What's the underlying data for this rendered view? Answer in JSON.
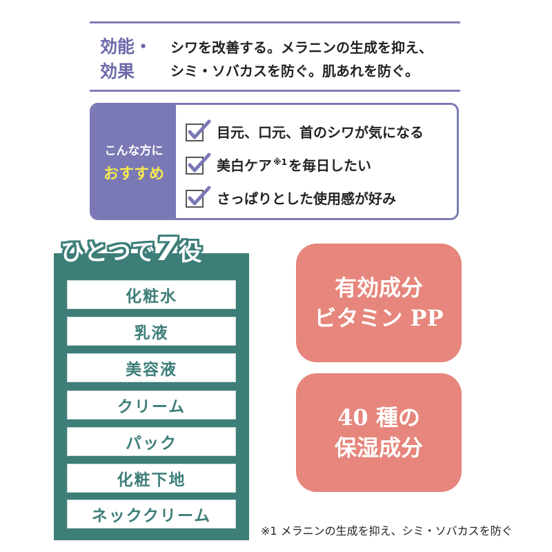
{
  "effects": {
    "label_lines": [
      "効能・",
      "効果"
    ],
    "text_lines": [
      "シワを改善する。メラニンの生成を抑え、",
      "シミ・ソバカスを防ぐ。肌あれを防ぐ。"
    ]
  },
  "recommend": {
    "side_line1": "こんな方に",
    "side_line2": "おすすめ",
    "items": [
      {
        "text": "目元、口元、首のシワが気になる"
      },
      {
        "text": "美白ケア",
        "sup": "※1",
        "after": "を毎日したい"
      },
      {
        "text": "さっぱりとした使用感が好み"
      }
    ]
  },
  "seven_roles": {
    "title_prefix": "ひとつで",
    "title_number": "7",
    "title_suffix": "役",
    "roles": [
      "化粧水",
      "乳液",
      "美容液",
      "クリーム",
      "パック",
      "化粧下地",
      "ネッククリーム"
    ]
  },
  "badges": [
    {
      "lines": [
        "有効成分",
        "ビタミン PP"
      ]
    },
    {
      "lines": [
        "40 種の",
        "保湿成分"
      ]
    }
  ],
  "footnote": "※1 メラニンの生成を抑え、シミ・ソバカスを防ぐ",
  "colors": {
    "purple": "#7a79b5",
    "teal": "#3d7e79",
    "salmon": "#e6867c",
    "yellow": "#f6e84f"
  }
}
